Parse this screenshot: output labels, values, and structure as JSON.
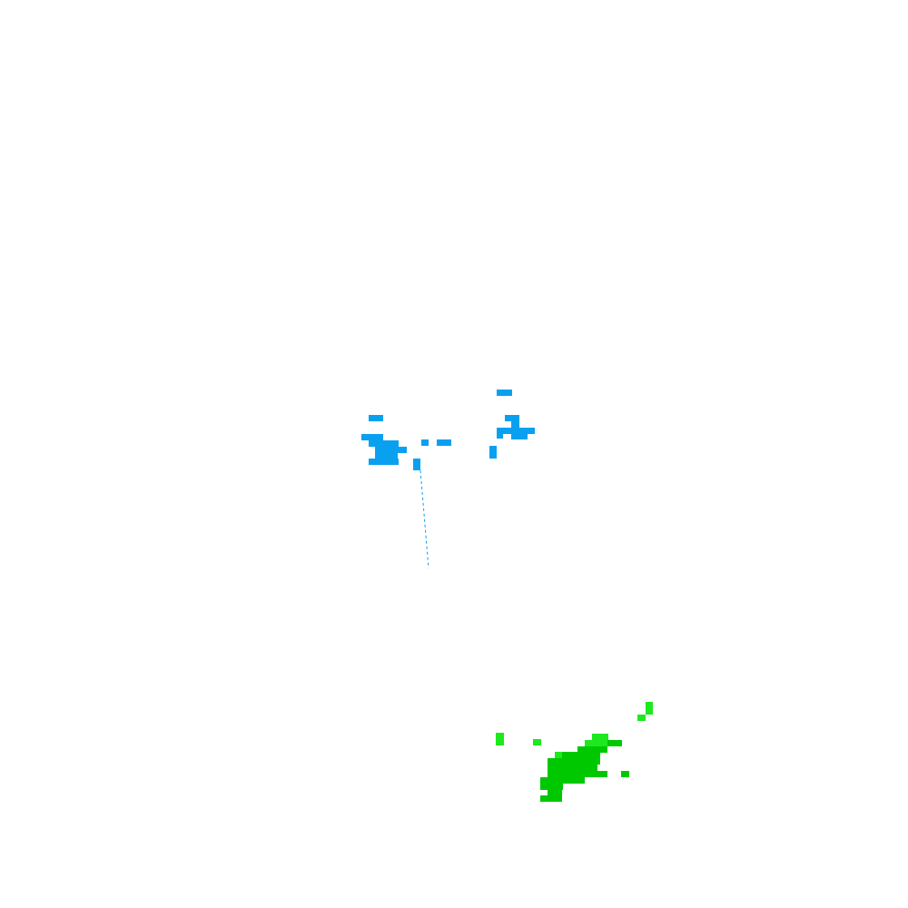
{
  "map": {
    "background": "#ffffff",
    "layers": [
      {
        "name": "blue-echo",
        "color": "#0aa0f0"
      },
      {
        "name": "green-echo-light",
        "color": "#1ee81e"
      },
      {
        "name": "green-echo-dark",
        "color": "#00c800"
      }
    ],
    "trail_color": "#0aa0f0"
  }
}
